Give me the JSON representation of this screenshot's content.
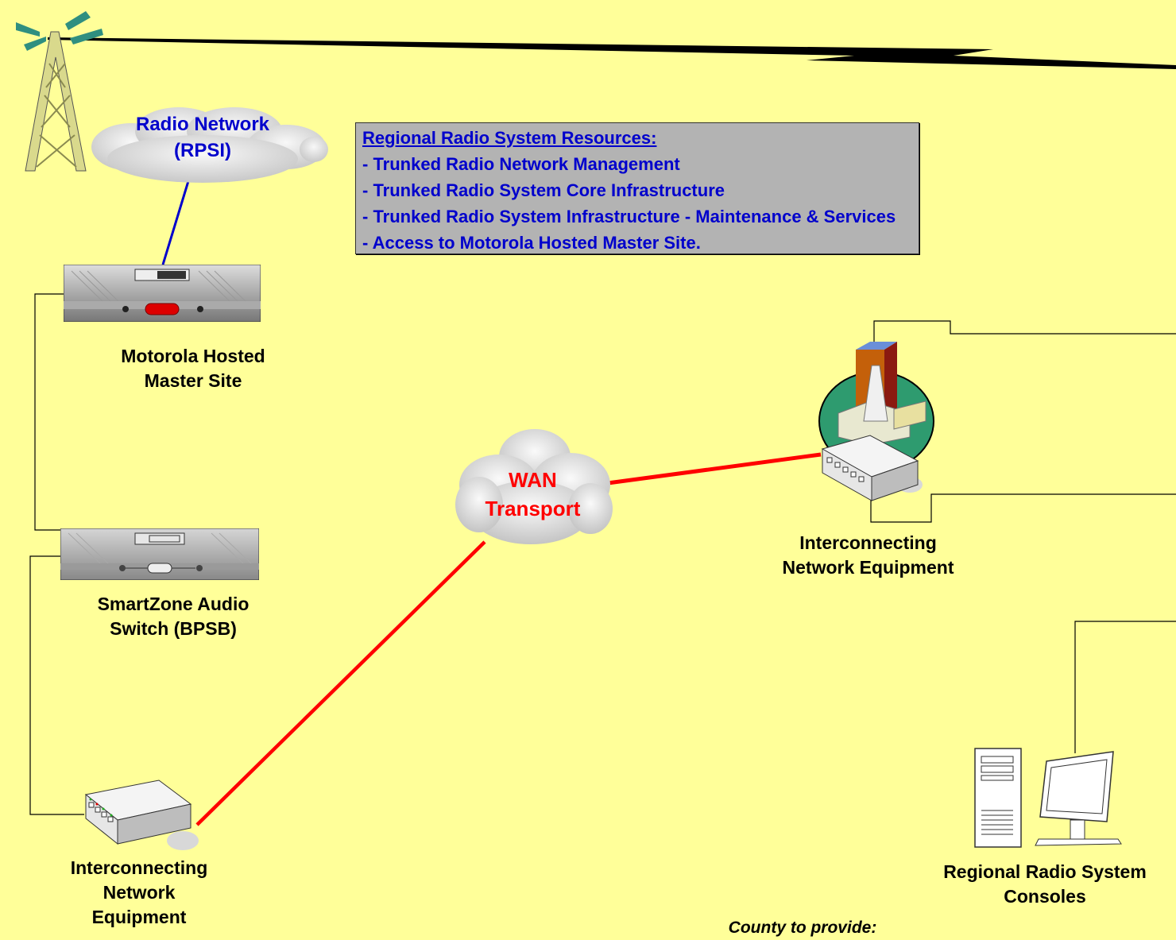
{
  "colors": {
    "background": "#ffff99",
    "wan_link": "#ff0000",
    "radio_link": "#0000cc",
    "box": "#b3b3b3",
    "text_blue": "#0000cc",
    "text_red": "#ff0000"
  },
  "radio_network": {
    "line1": "Radio Network",
    "line2": "(RPSI)"
  },
  "wan_cloud": {
    "line1": "WAN",
    "line2": "Transport"
  },
  "resources_box": {
    "heading": "Regional Radio System Resources:",
    "items": [
      "- Trunked Radio Network Management",
      "- Trunked Radio System Core Infrastructure",
      "- Trunked Radio System Infrastructure - Maintenance & Services",
      "- Access to Motorola Hosted Master Site."
    ]
  },
  "nodes": {
    "master_site": {
      "line1": "Motorola Hosted",
      "line2": "Master Site",
      "icon": "server-rack-icon"
    },
    "audio_switch": {
      "line1": "SmartZone Audio",
      "line2": "Switch (BPSB)",
      "icon": "server-rack-icon"
    },
    "left_network": {
      "line1": "Interconnecting",
      "line2": "Network",
      "line3": "Equipment",
      "icon": "network-switch-icon"
    },
    "right_network": {
      "line1": "Interconnecting",
      "line2": "Network Equipment",
      "icon": "building-network-icon"
    },
    "consoles": {
      "line1": "Regional Radio System",
      "line2": "Consoles",
      "icon": "computer-workstation-icon"
    }
  },
  "footer_note": "County to provide:"
}
